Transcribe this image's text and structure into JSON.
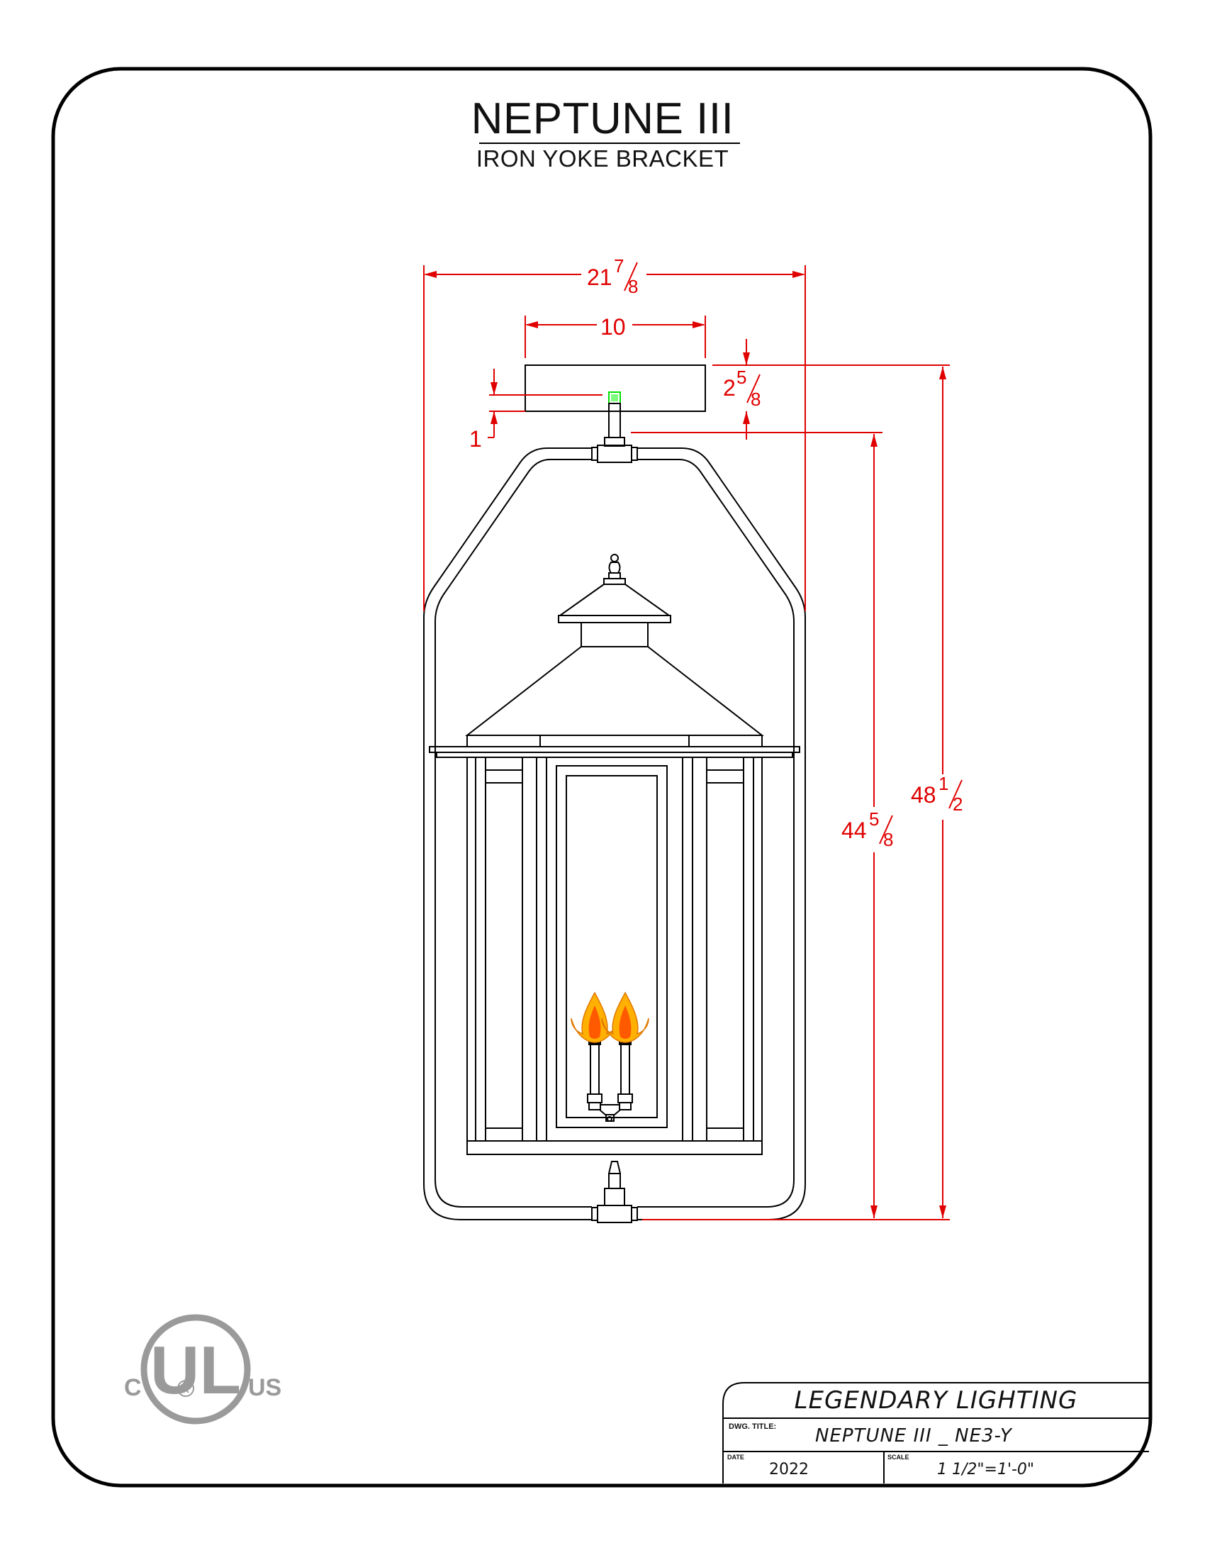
{
  "drawing": {
    "title": "NEPTUNE III",
    "subtitle": "IRON YOKE BRACKET"
  },
  "dimensions": {
    "overall_width": {
      "whole": "21",
      "num": "7",
      "den": "8"
    },
    "canopy_width": "10",
    "canopy_height": {
      "whole": "2",
      "num": "5",
      "den": "8"
    },
    "pipe_length": "1",
    "fixture_height": {
      "whole": "44",
      "num": "5",
      "den": "8"
    },
    "overall_height": {
      "whole": "48",
      "num": "1",
      "den": "2"
    }
  },
  "certification": {
    "mark_letters": "UL",
    "left": "C",
    "right": "US",
    "registered": "R"
  },
  "title_block": {
    "company": "LEGENDARY LIGHTING",
    "dwg_title_label": "DWG. TITLE:",
    "dwg_title": "NEPTUNE III _ NE3-Y",
    "date_label": "DATE",
    "date": "2022",
    "scale_label": "SCALE",
    "scale": "1 1/2\"=1'-0\""
  },
  "colors": {
    "dimension": "#e00000",
    "linework": "#000000",
    "ul_mark": "#9a9a9a",
    "flame_outer": "#ffb000",
    "flame_inner": "#ff5a00",
    "valve_marker": "#00e000"
  }
}
